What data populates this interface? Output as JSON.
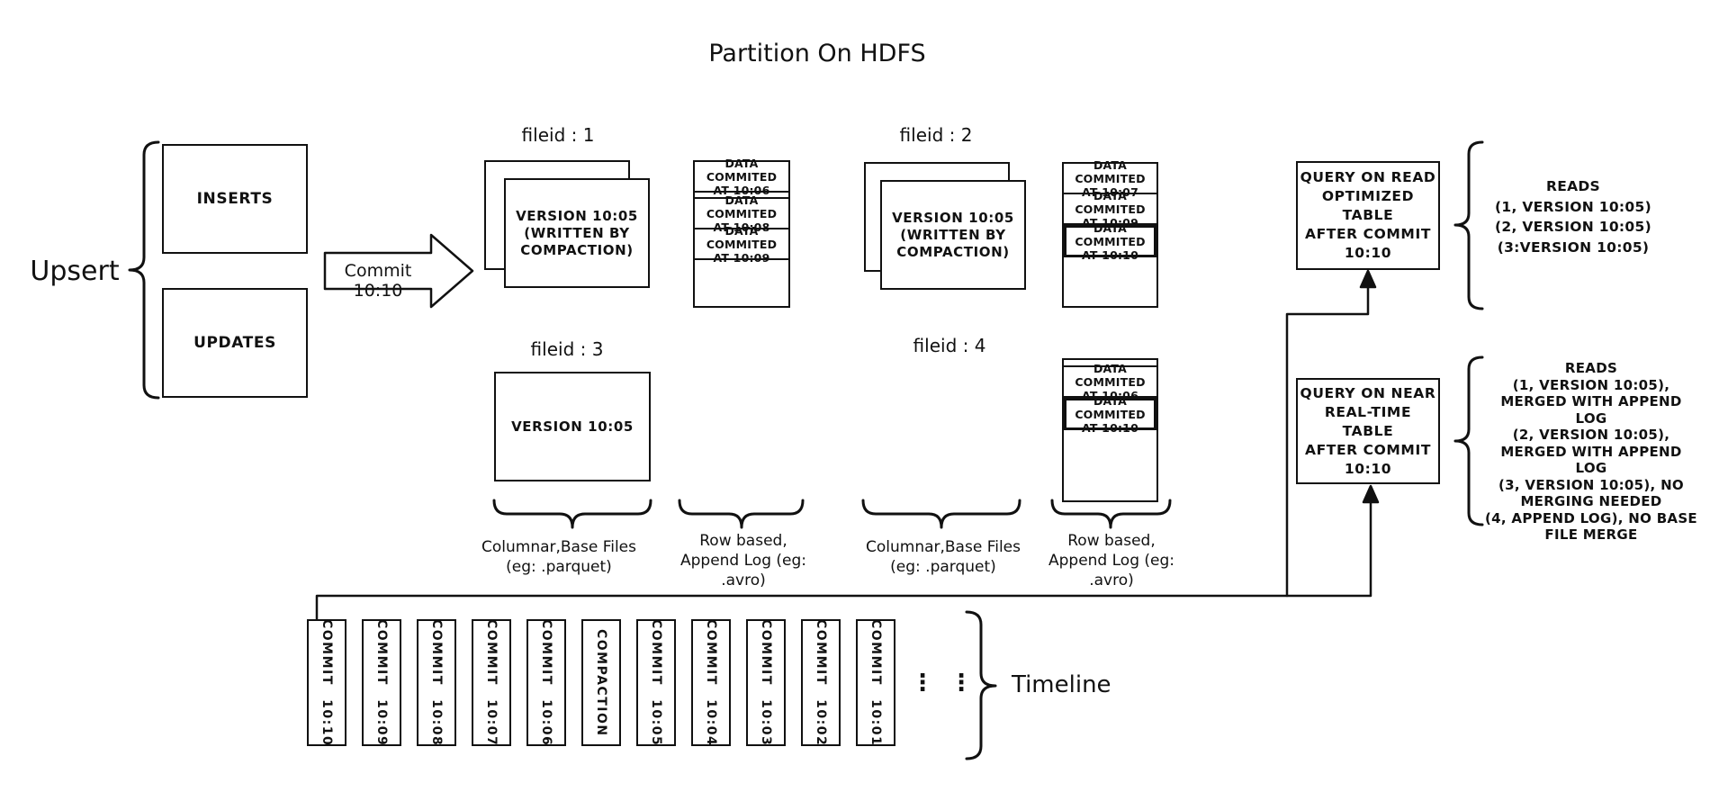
{
  "title": "Partition On HDFS",
  "colors": {
    "ink": "#111111",
    "paper": "#ffffff"
  },
  "upsert": {
    "label": "Upsert",
    "inserts": "INSERTS",
    "updates": "UPDATES"
  },
  "commit_arrow": {
    "label": "Commit 10:10"
  },
  "file_groups": {
    "f1": {
      "label": "fileid : 1",
      "base_text": "VERSION 10:05\n(WRITTEN BY\nCOMPACTION)"
    },
    "f2": {
      "label": "fileid : 2",
      "base_text": "VERSION 10:05\n(WRITTEN BY\nCOMPACTION)"
    },
    "f3": {
      "label": "fileid : 3",
      "base_text": "VERSION 10:05"
    },
    "f4": {
      "label": "fileid : 4"
    }
  },
  "log_files": {
    "log1": {
      "cells": [
        "DATA COMMITED\nAT 10:06",
        "DATA COMMITED\nAT 10:08",
        "DATA COMMITED\nAT 10:09"
      ]
    },
    "log2": {
      "cells": [
        "DATA COMMITED\nAT 10:07",
        "DATA COMMITED\nAT 10:09",
        "DATA COMMITED\nAT 10:10"
      ]
    },
    "log4": {
      "cells": [
        "DATA COMMITED\nAT 10:06",
        "DATA COMMITED\nAT 10:10"
      ]
    }
  },
  "column_labels": {
    "c1": "Columnar,Base Files\n(eg: .parquet)",
    "c2": "Row based,\nAppend Log  (eg:\n.avro)",
    "c3": "Columnar,Base Files\n(eg: .parquet)",
    "c4": "Row based,\nAppend Log  (eg:\n.avro)"
  },
  "queries": {
    "read_optimized": {
      "box": "QUERY ON READ\nOPTIMIZED TABLE\nAFTER COMMIT\n10:10",
      "reads": "READS\n(1, VERSION 10:05)\n(2, VERSION 10:05)\n(3:VERSION 10:05)"
    },
    "near_real_time": {
      "box": "QUERY ON NEAR\nREAL-TIME TABLE\nAFTER COMMIT\n10:10",
      "reads": "READS\n(1, VERSION 10:05),\nMERGED WITH APPEND LOG\n(2, VERSION 10:05),\nMERGED WITH APPEND LOG\n(3, VERSION 10:05), NO\nMERGING NEEDED\n(4, APPEND LOG), NO BASE\nFILE MERGE"
    }
  },
  "timeline": {
    "label": "Timeline",
    "ellipsis": "⋮",
    "entries": [
      "COMMIT 10:10",
      "COMMIT 10:09",
      "COMMIT 10:08",
      "COMMIT 10:07",
      "COMMIT 10:06",
      "COMPACTION",
      "COMMIT 10:05",
      "COMMIT 10:04",
      "COMMIT 10:03",
      "COMMIT 10:02",
      "COMMIT 10:01"
    ]
  }
}
